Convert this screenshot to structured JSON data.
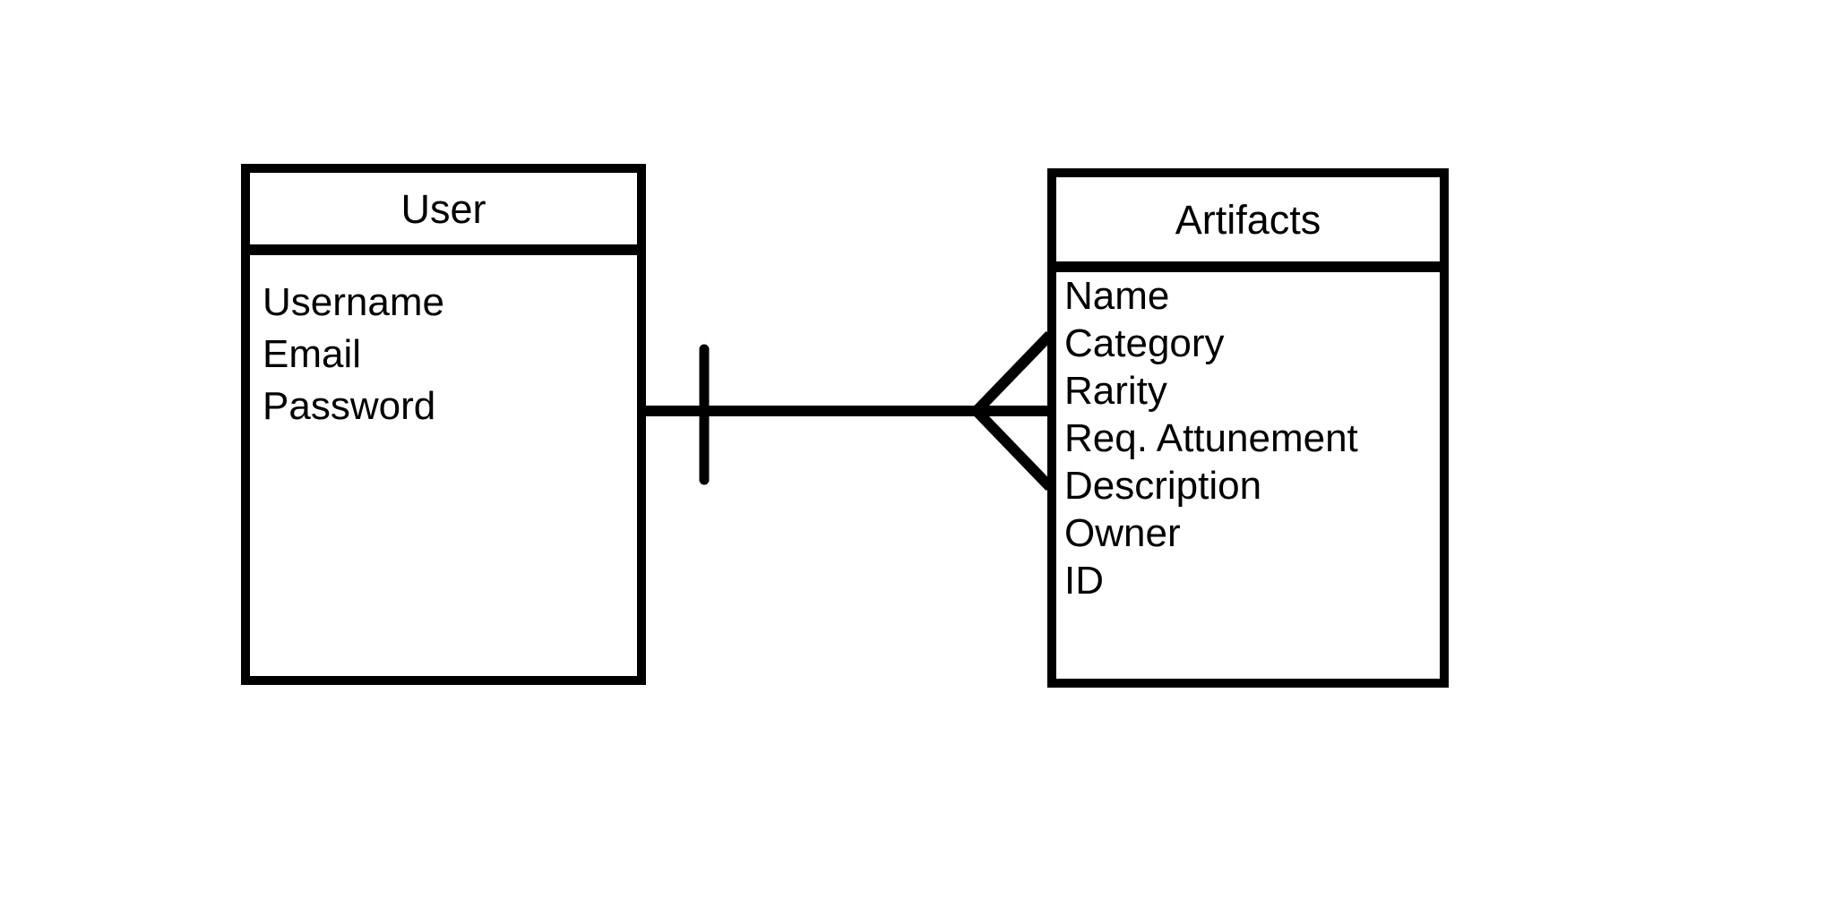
{
  "theme": {
    "bg": "#ffffff",
    "ink": "#000000"
  },
  "diagram": {
    "type": "entity-relationship",
    "entities": [
      {
        "name": "User",
        "attributes": [
          "Username",
          "Email",
          "Password"
        ]
      },
      {
        "name": "Artifacts",
        "attributes": [
          "Name",
          "Category",
          "Rarity",
          "Req. Attunement",
          "Description",
          "Owner",
          "ID"
        ]
      }
    ],
    "relationship": {
      "from": "User",
      "to": "Artifacts",
      "from_end": "one-bar",
      "to_end": "many-crow-foot"
    }
  }
}
